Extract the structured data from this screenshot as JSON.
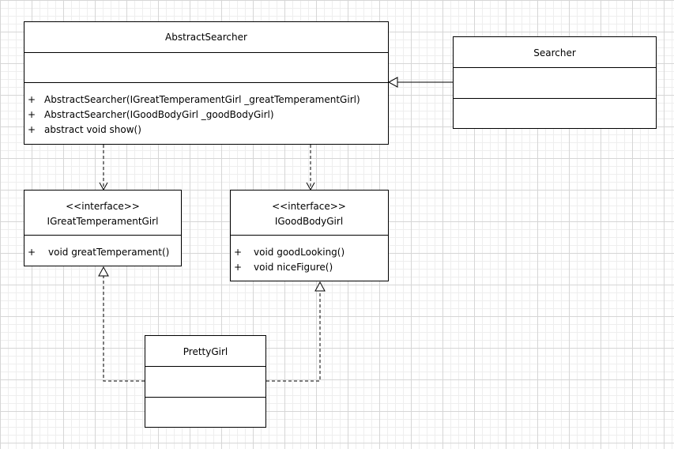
{
  "classes": {
    "abstract_searcher": {
      "name": "AbstractSearcher",
      "members": [
        {
          "vis": "+",
          "text": "AbstractSearcher(IGreatTemperamentGirl _greatTemperamentGirl)"
        },
        {
          "vis": "+",
          "text": "AbstractSearcher(IGoodBodyGirl _goodBodyGirl)"
        },
        {
          "vis": "+",
          "text": "abstract void show()"
        }
      ]
    },
    "searcher": {
      "name": "Searcher"
    },
    "igreat_temperament_girl": {
      "stereotype": "<<interface>>",
      "name": "IGreatTemperamentGirl",
      "members": [
        {
          "vis": "+",
          "text": "void greatTemperament()"
        }
      ]
    },
    "igood_body_girl": {
      "stereotype": "<<interface>>",
      "name": "IGoodBodyGirl",
      "members": [
        {
          "vis": "+",
          "text": "void goodLooking()"
        },
        {
          "vis": "+",
          "text": "void niceFigure()"
        }
      ]
    },
    "pretty_girl": {
      "name": "PrettyGirl"
    }
  }
}
